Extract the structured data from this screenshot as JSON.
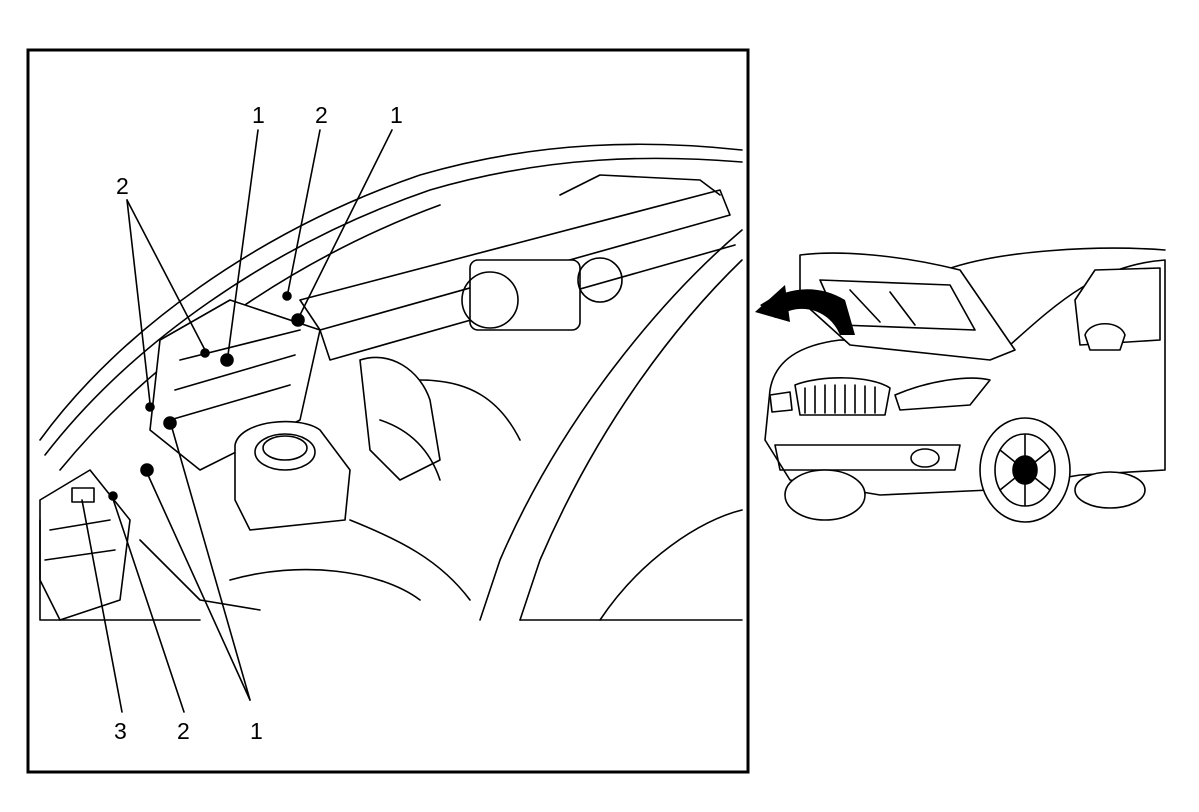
{
  "figure": {
    "frame_color": "#000000",
    "background": "#ffffff"
  },
  "callouts": [
    {
      "id": "c-top-1a",
      "label": "1"
    },
    {
      "id": "c-top-2",
      "label": "2"
    },
    {
      "id": "c-top-1b",
      "label": "1"
    },
    {
      "id": "c-left-2",
      "label": "2"
    },
    {
      "id": "c-bot-3",
      "label": "3"
    },
    {
      "id": "c-bot-2",
      "label": "2"
    },
    {
      "id": "c-bot-1",
      "label": "1"
    }
  ],
  "inset": {
    "icon": "suv-hood-open-icon",
    "arrow_icon": "curved-arrow-icon"
  }
}
